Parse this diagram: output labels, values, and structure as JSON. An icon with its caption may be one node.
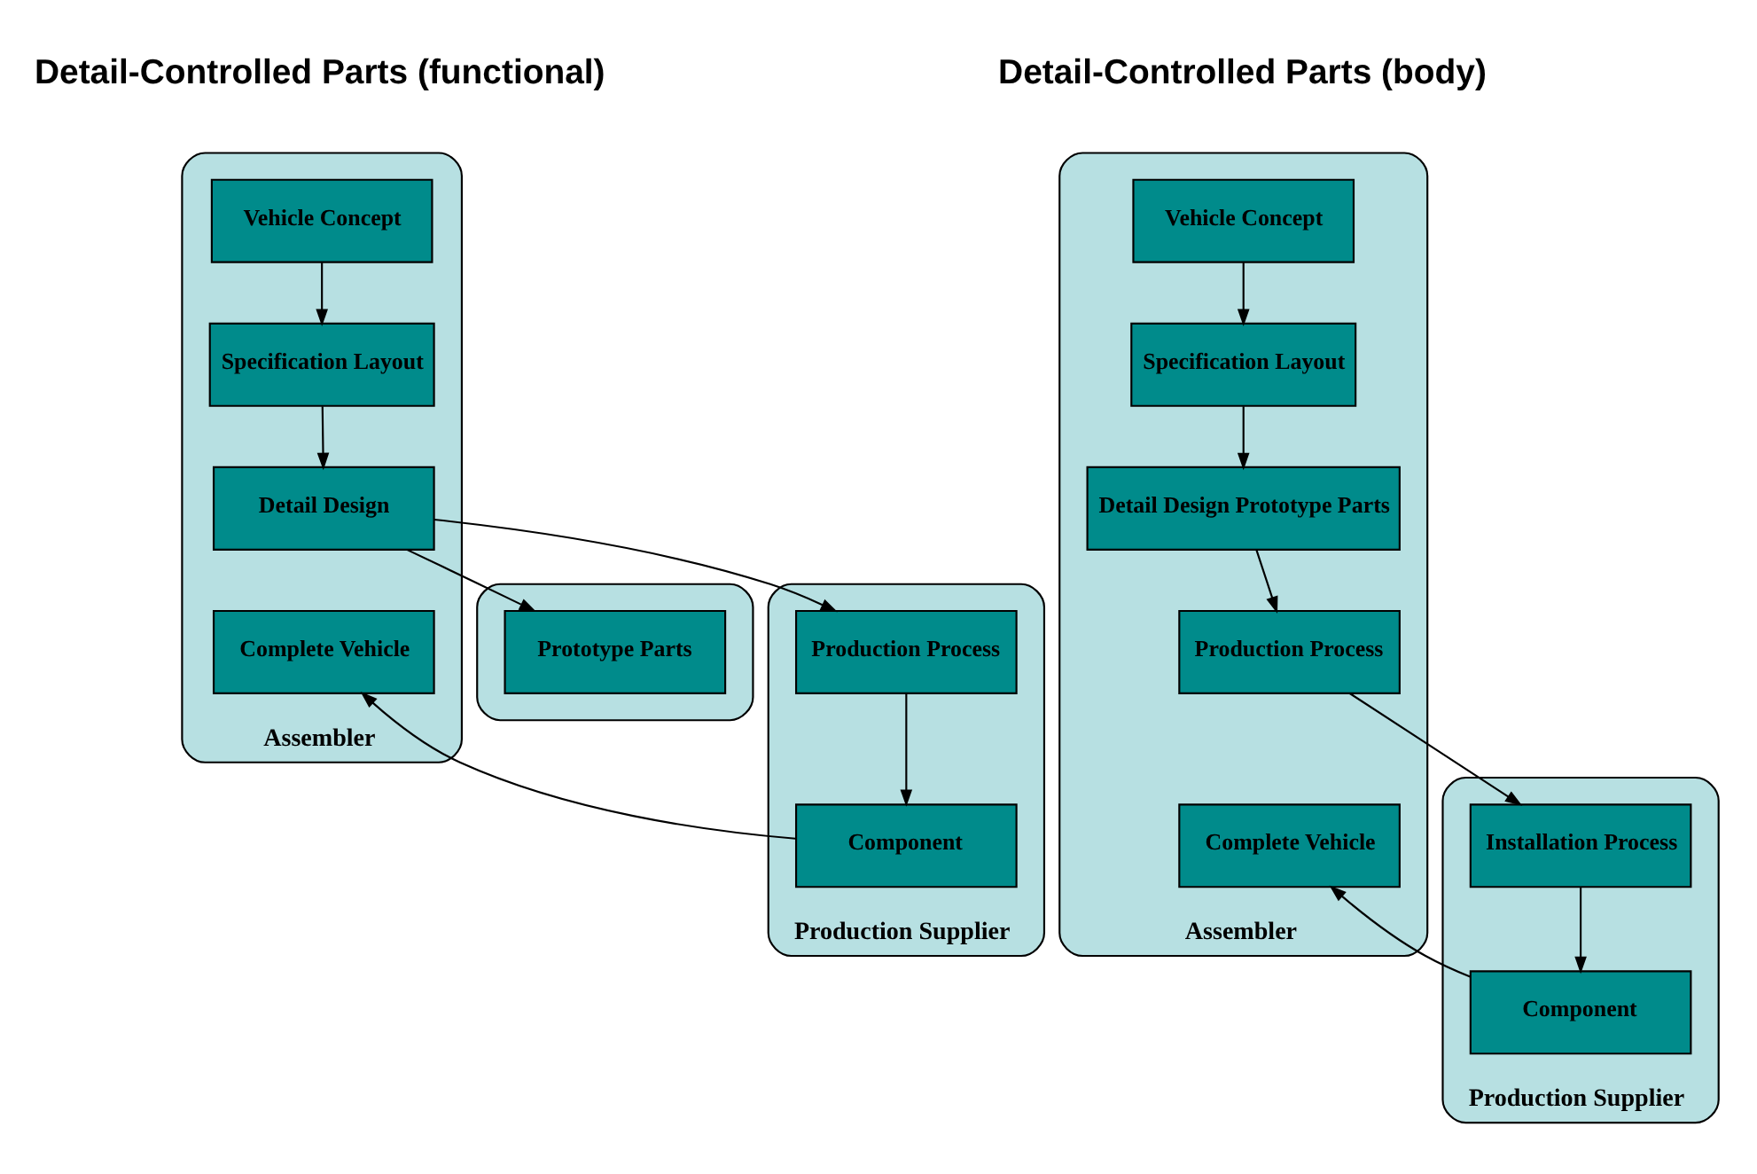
{
  "diagram": {
    "nodes": [
      {
        "text": [
          "Assembler"
        ]
      },
      {
        "text": [
          "Vehicle Concept"
        ],
        "in": 0
      },
      {
        "text": [
          "Specification Layout"
        ],
        "in": 0
      },
      {
        "text": [
          "Detail Design"
        ],
        "in": 0
      },
      {
        "text": [
          "Complete Vehicle"
        ],
        "in": 0
      },
      {
        "text": [],
        "shape": "box"
      },
      {
        "text": [
          "Prototype Parts"
        ],
        "in": 5
      },
      {
        "text": [
          "Production Supplier"
        ]
      },
      {
        "text": [
          "Production Process"
        ],
        "in": 7
      },
      {
        "text": [
          "Component"
        ],
        "in": 7
      },
      {
        "text": [
          "Assembler"
        ]
      },
      {
        "text": [
          "Vehicle Concept"
        ],
        "in": 10
      },
      {
        "text": [
          "Specification Layout"
        ],
        "in": 10
      },
      {
        "text": [
          "Detail Design Prototype Parts"
        ],
        "in": 10
      },
      {
        "text": [
          "Production Process"
        ],
        "in": 10
      },
      {
        "text": [
          "Complete Vehicle"
        ],
        "in": 10
      },
      {
        "text": [
          "Production Supplier"
        ]
      },
      {
        "text": [
          "Installation Process"
        ],
        "in": 16
      },
      {
        "text": [
          "Component"
        ],
        "in": 16
      }
    ],
    "edges": [
      {
        "from": 1,
        "to": 2,
        "arrow": "to"
      },
      {
        "from": 2,
        "to": 3,
        "arrow": "to"
      },
      {
        "from": 3,
        "to": 6,
        "arrow": "to"
      },
      {
        "from": 3,
        "to": 8,
        "arrow": "to"
      },
      {
        "from": 8,
        "to": 9,
        "arrow": "to"
      },
      {
        "from": 9,
        "to": 4,
        "arrow": "to"
      },
      {
        "from": 11,
        "to": 12,
        "arrow": "to"
      },
      {
        "from": 12,
        "to": 13,
        "arrow": "to"
      },
      {
        "from": 13,
        "to": 14,
        "arrow": "to"
      },
      {
        "from": 14,
        "to": 17,
        "arrow": "to"
      },
      {
        "from": 17,
        "to": 18,
        "arrow": "to"
      },
      {
        "from": 18,
        "to": 15,
        "arrow": "to"
      }
    ],
    "labels": [
      "Detail-Controlled Parts (functional)",
      "Detail-Controlled Parts (body)"
    ]
  }
}
